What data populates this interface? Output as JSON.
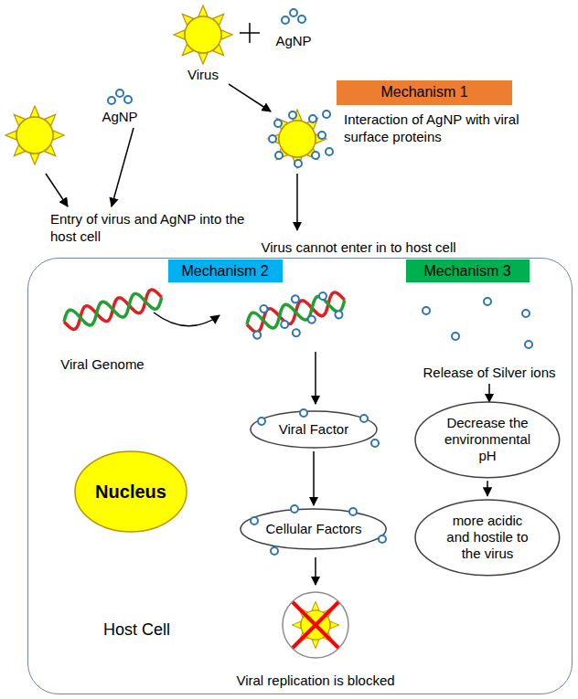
{
  "diagram": {
    "nodes": [
      {
        "text": [
          "Mechanism 1"
        ]
      },
      {
        "text": [
          "Host Cell"
        ]
      },
      {
        "text": [
          "Mechanism 2"
        ],
        "in": 1
      },
      {
        "text": [
          "Mechanism 3"
        ],
        "in": 1
      },
      {
        "text": [
          "Nucleus"
        ],
        "in": 1
      },
      {
        "text": [
          "Viral Factor"
        ],
        "in": 1
      },
      {
        "text": [
          "Cellular Factors"
        ],
        "in": 1
      },
      {
        "text": [
          "Decrease the environmental pH"
        ],
        "in": 1
      },
      {
        "text": [
          "more acidic and hostile to the virus"
        ],
        "in": 1
      }
    ],
    "edges": [
      {
        "from": 5,
        "to": 6,
        "arrow": "to"
      },
      {
        "from": 7,
        "to": 8,
        "arrow": "to"
      }
    ],
    "labels": [
      "Virus",
      "AgNP",
      "Interaction of AgNP with viral surface proteins",
      "AgNP",
      "Entry of virus and AgNP into the host cell",
      "Virus cannot enter in to host cell",
      "Viral Genome",
      "Release of Silver ions",
      "Viral replication is blocked"
    ]
  }
}
